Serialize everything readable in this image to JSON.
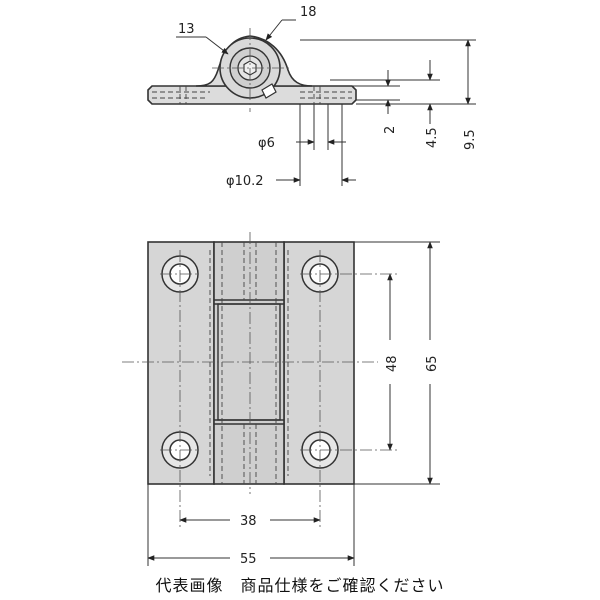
{
  "top_view": {
    "dims": {
      "d13": "13",
      "d18": "18",
      "phi6": "φ6",
      "phi10": "φ10.2",
      "h2": "2",
      "h45": "4.5",
      "h95": "9.5"
    }
  },
  "front_view": {
    "dims": {
      "w38": "38",
      "w55": "55",
      "h48": "48",
      "h65": "65"
    }
  },
  "caption": "代表画像　商品仕様をご確認ください"
}
